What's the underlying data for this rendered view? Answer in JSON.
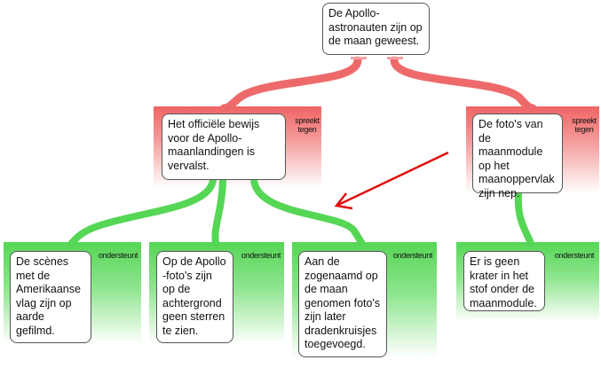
{
  "root": {
    "text": "De Apollo-astronauten zijn op de maan geweest."
  },
  "objections": [
    {
      "text": "Het officiële bewijs voor de Apollo-maanlandingen is vervalst.",
      "tag": "spreekt tegen"
    },
    {
      "text": "De foto's van de maanmodule op het maanoppervlak zijn nep.",
      "tag": "spreekt tegen"
    }
  ],
  "supports": [
    {
      "text": "De scènes met de Amerikaanse vlag zijn op aarde gefilmd.",
      "tag": "ondersteunt"
    },
    {
      "text": "Op de Apollo -foto's zijn op de achtergrond geen sterren te zien.",
      "tag": "ondersteunt"
    },
    {
      "text": "Aan de zogenaamd op de maan genomen foto's zijn later dradenkruisjes toegevoegd.",
      "tag": "ondersteunt"
    },
    {
      "text": "Er is geen krater in het stof onder de maanmodule.",
      "tag": "ondersteunt"
    }
  ],
  "colors": {
    "oppose": "#f06464",
    "support": "#55d655",
    "arrow": "#e01010"
  }
}
